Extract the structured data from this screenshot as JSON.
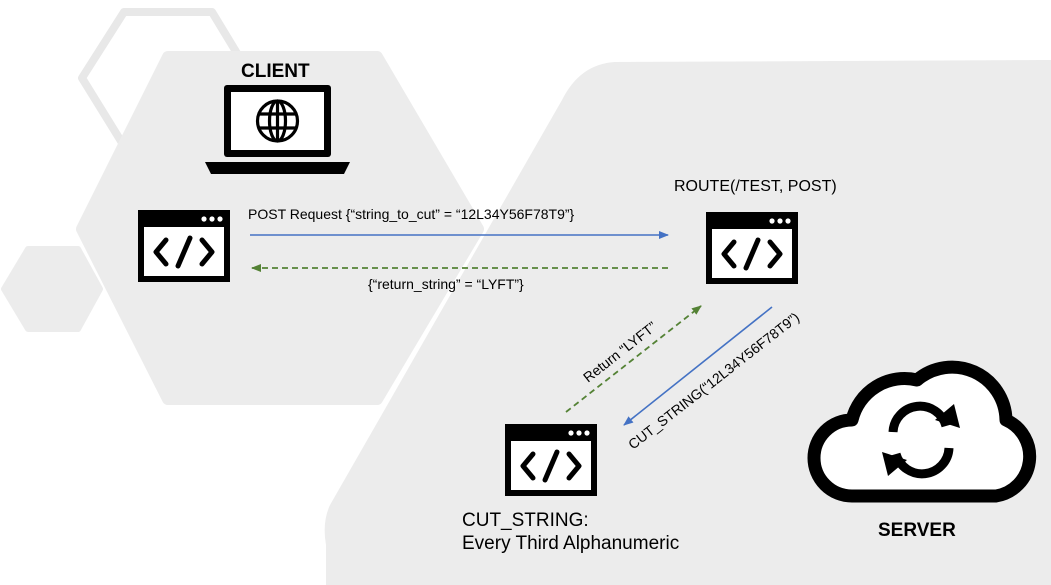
{
  "client": {
    "title": "CLIENT"
  },
  "server": {
    "title": "SERVER"
  },
  "route": {
    "label": "ROUTE(/TEST, POST)"
  },
  "cut_string": {
    "label_line1": "CUT_STRING:",
    "label_line2": "Every Third Alphanumeric"
  },
  "arrows": {
    "post_request": "POST Request {“string_to_cut” = “12L34Y56F78T9”}",
    "return_string": "{“return_string” = “LYFT”}",
    "return_lyft": "Return “LYFT”",
    "cut_call": "CUT_STRING(“12L34Y56F78T9”)"
  },
  "colors": {
    "background_shape": "#ececec",
    "background_outline": "#e6e6e6",
    "request_arrow": "#4472c4",
    "response_arrow": "#548235",
    "icon": "#000000"
  },
  "icons": {
    "client_device": "laptop-globe-icon",
    "code_window": "code-window-icon",
    "server": "cloud-sync-icon"
  }
}
